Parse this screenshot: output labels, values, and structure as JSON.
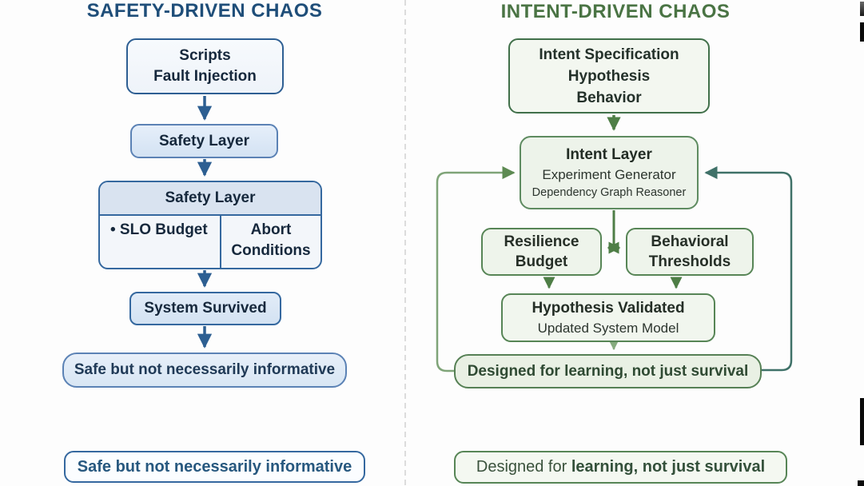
{
  "palette": {
    "blue_title": "#1f4e79",
    "blue_accent": "#2d5f92",
    "blue_fill_light": "#d9e3f0",
    "green_title": "#4a7444",
    "green_accent": "#4e7e46",
    "loop_left_color": "#7fa478",
    "loop_right_color": "#3f7168",
    "divider_color": "#dcdcdc"
  },
  "left": {
    "title": "SAFETY-DRIVEN CHAOS",
    "nodes": {
      "scripts": {
        "line1": "Scripts",
        "line2": "Fault Injection"
      },
      "safety_layer_pill": {
        "label": "Safety Layer"
      },
      "safety_table": {
        "header": "Safety Layer",
        "cell_left": "• SLO Budget",
        "cell_right_line1": "Abort",
        "cell_right_line2": "Conditions"
      },
      "system_survived": {
        "label": "System Survived"
      },
      "outcome": {
        "label": "Safe but not necessarily informative"
      },
      "footer": {
        "label": "Safe but not necessarily informative"
      }
    }
  },
  "right": {
    "title": "INTENT-DRIVEN CHAOS",
    "nodes": {
      "intent_spec": {
        "line1": "Intent Specification",
        "line2": "Hypothesis",
        "line3": "Behavior"
      },
      "intent_layer": {
        "line1": "Intent Layer",
        "line2": "Experiment Generator",
        "line3": "Dependency Graph Reasoner"
      },
      "resilience": {
        "line1": "Resilience",
        "line2": "Budget"
      },
      "behavioral": {
        "line1": "Behavioral",
        "line2": "Thresholds"
      },
      "hypothesis": {
        "line1": "Hypothesis Validated",
        "line2": "Updated System Model"
      },
      "outcome": {
        "label": "Designed for learning, not just survival"
      },
      "footer": {
        "prefix": "Designed for ",
        "emphasis": "learning, not just survival"
      }
    }
  }
}
